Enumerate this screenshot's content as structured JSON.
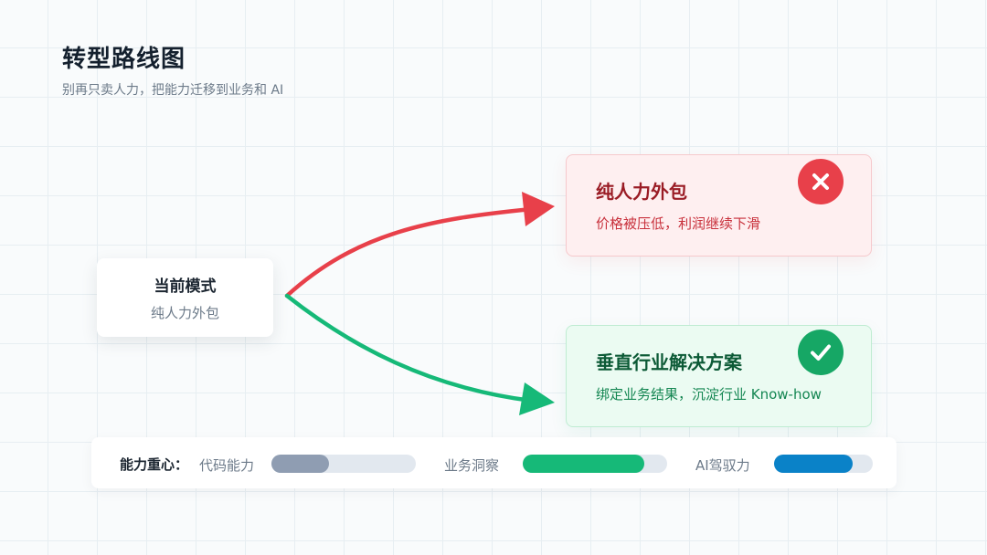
{
  "header": {
    "title": "转型路线图",
    "subtitle": "别再只卖人力，把能力迁移到业务和 AI"
  },
  "current": {
    "title": "当前模式",
    "subtitle": "纯人力外包"
  },
  "options": [
    {
      "title": "纯人力外包",
      "description": "价格被压低，利润继续下滑",
      "status": "negative",
      "icon": "x-circle-icon",
      "color": "#e8404a"
    },
    {
      "title": "垂直行业解决方案",
      "description": "绑定业务结果，沉淀行业 Know-how",
      "status": "positive",
      "icon": "check-circle-icon",
      "color": "#16a765"
    }
  ],
  "capability_focus": {
    "label": "能力重心：",
    "metrics": [
      {
        "name": "代码能力",
        "level": 0.4,
        "color": "#8f9db2"
      },
      {
        "name": "业务洞察",
        "level": 0.84,
        "color": "#16b978"
      },
      {
        "name": "AI驾驭力",
        "level": 0.8,
        "color": "#0a82c8"
      }
    ]
  }
}
